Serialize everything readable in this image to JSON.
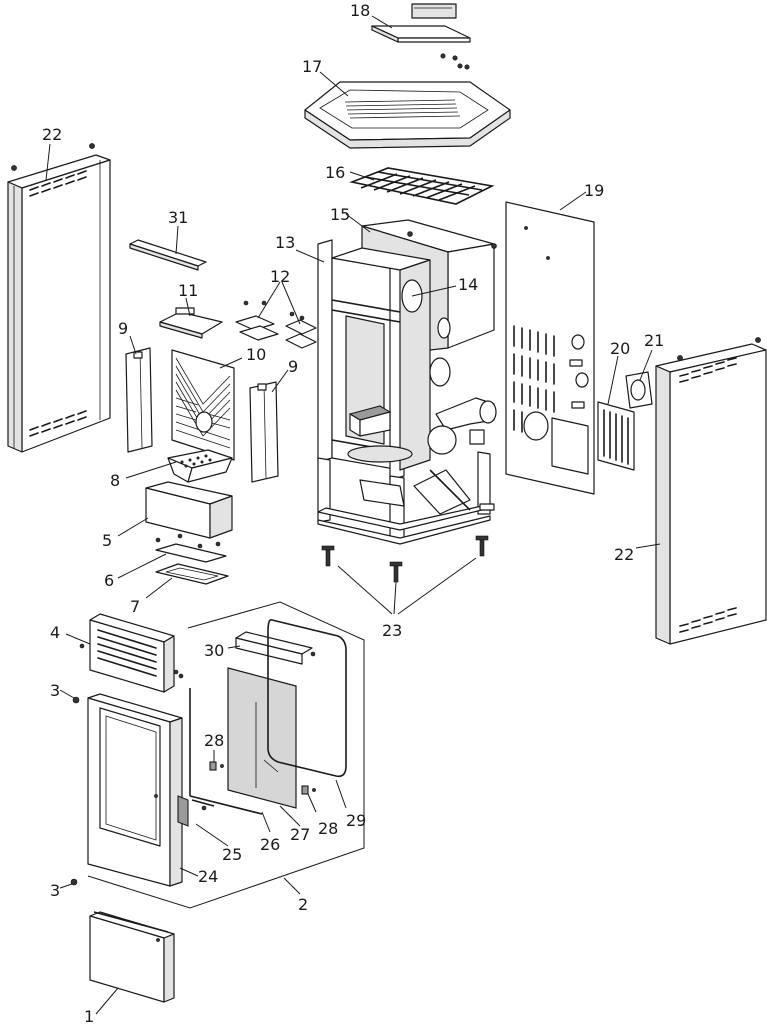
{
  "callouts": {
    "c1": "1",
    "c2": "2",
    "c3a": "3",
    "c3b": "3",
    "c4": "4",
    "c5": "5",
    "c6": "6",
    "c7": "7",
    "c8": "8",
    "c9a": "9",
    "c9b": "9",
    "c10": "10",
    "c11": "11",
    "c12": "12",
    "c13": "13",
    "c14": "14",
    "c15": "15",
    "c16": "16",
    "c17": "17",
    "c18": "18",
    "c19": "19",
    "c20": "20",
    "c21": "21",
    "c22a": "22",
    "c22b": "22",
    "c23": "23",
    "c24": "24",
    "c25": "25",
    "c26": "26",
    "c27": "27",
    "c28a": "28",
    "c28b": "28",
    "c29": "29",
    "c30": "30",
    "c31": "31"
  }
}
